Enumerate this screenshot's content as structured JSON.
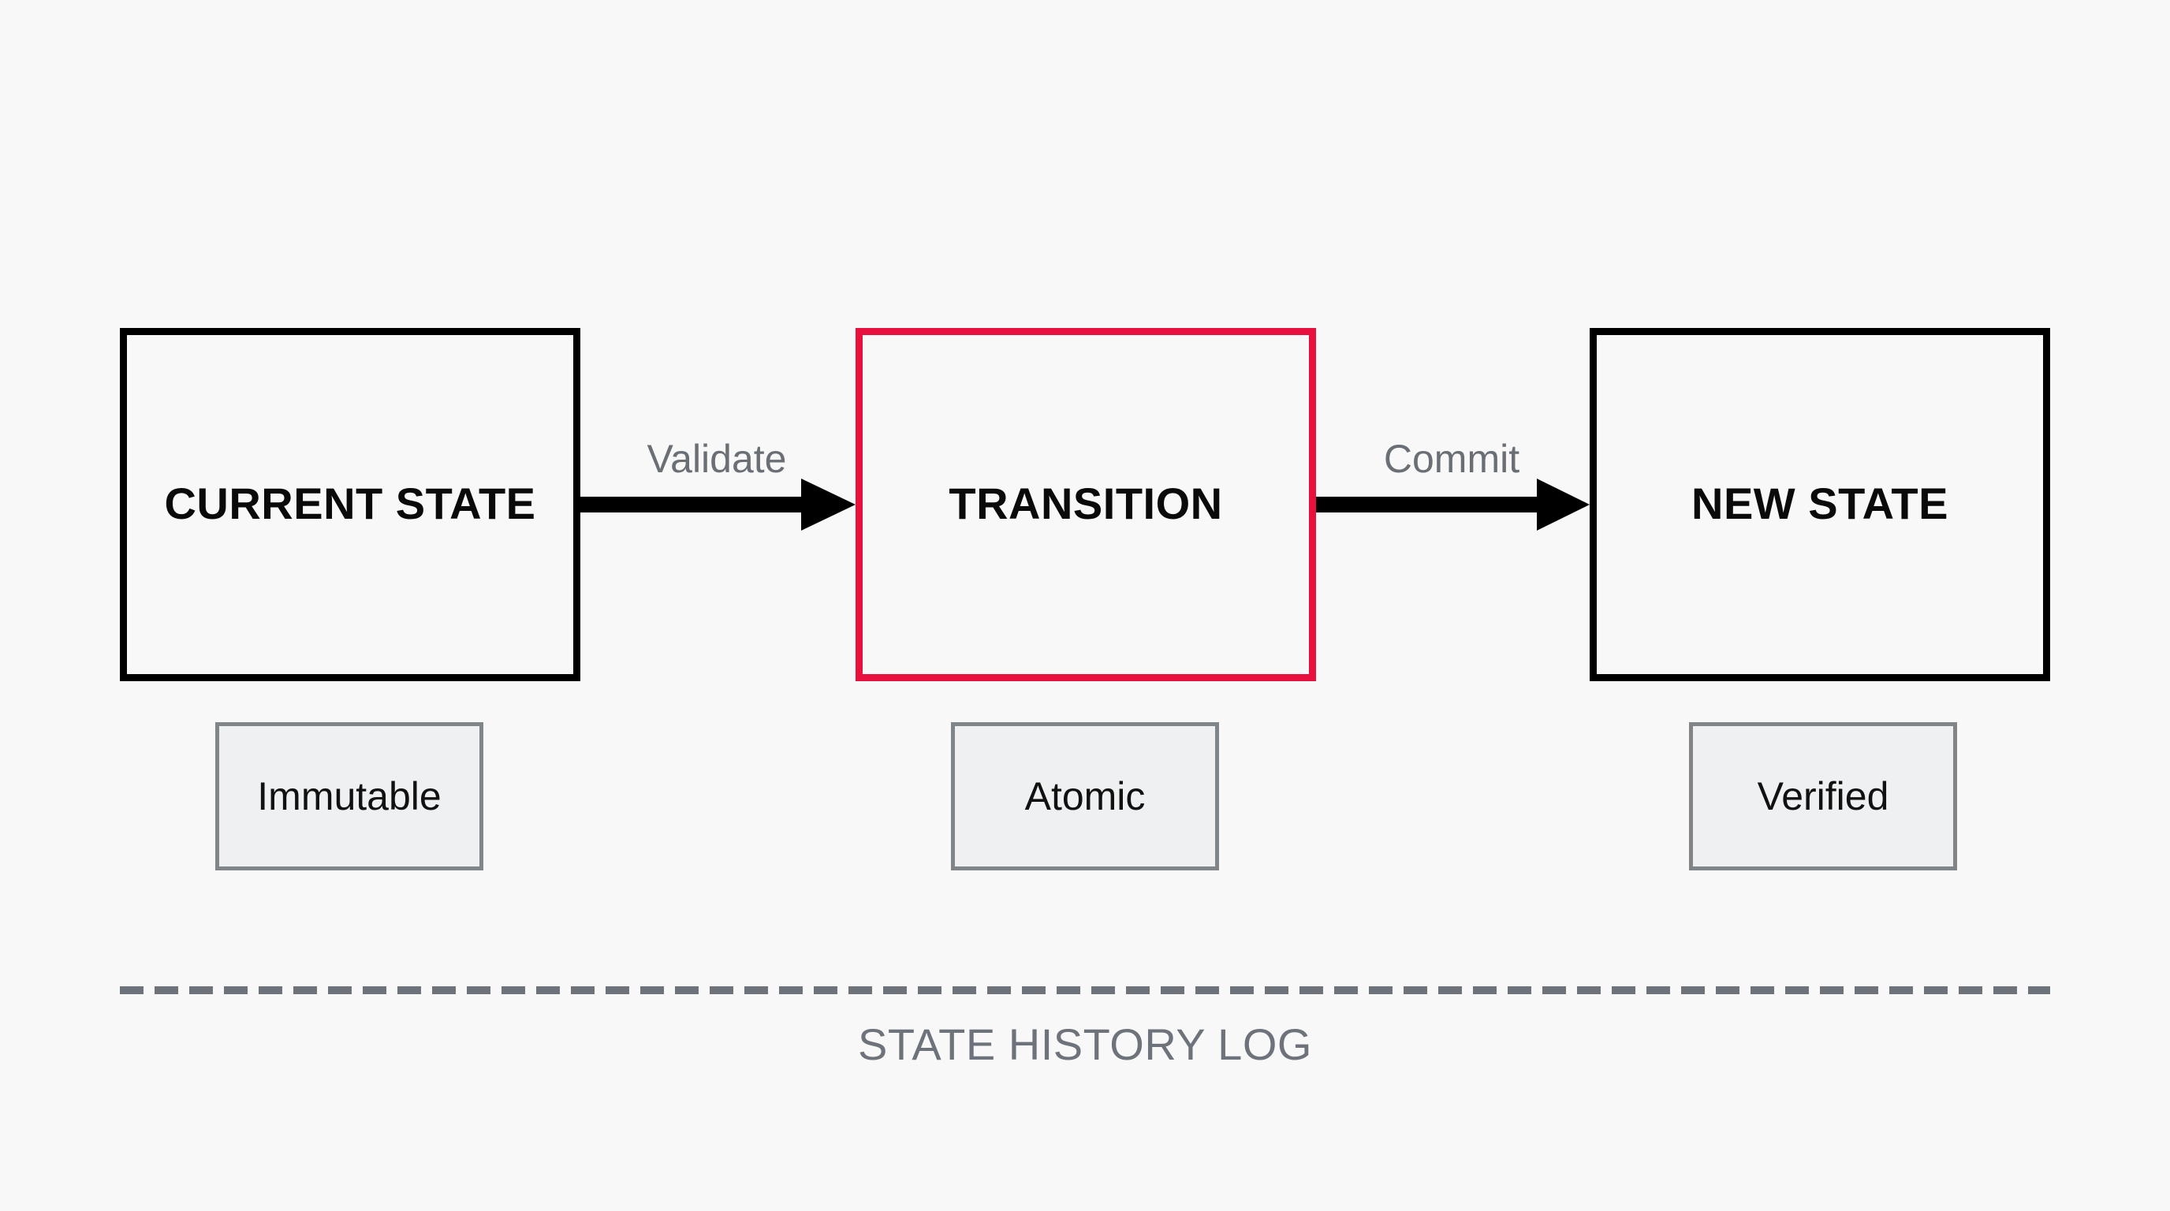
{
  "diagram": {
    "nodes": [
      {
        "id": "current",
        "title": "CURRENT STATE",
        "property": "Immutable",
        "highlighted": false
      },
      {
        "id": "transition",
        "title": "TRANSITION",
        "property": "Atomic",
        "highlighted": true
      },
      {
        "id": "new",
        "title": "NEW STATE",
        "property": "Verified",
        "highlighted": false
      }
    ],
    "edges": [
      {
        "from": "current",
        "to": "transition",
        "label": "Validate"
      },
      {
        "from": "transition",
        "to": "new",
        "label": "Commit"
      }
    ],
    "history_label": "STATE HISTORY LOG"
  },
  "colors": {
    "background": "#f8f8f8",
    "node_border": "#000000",
    "highlight_border": "#e8103c",
    "property_border": "#808589",
    "property_fill": "#eff0f2",
    "muted_text": "#6e737b",
    "arrow": "#000000",
    "dashed_line": "#6e737b"
  }
}
